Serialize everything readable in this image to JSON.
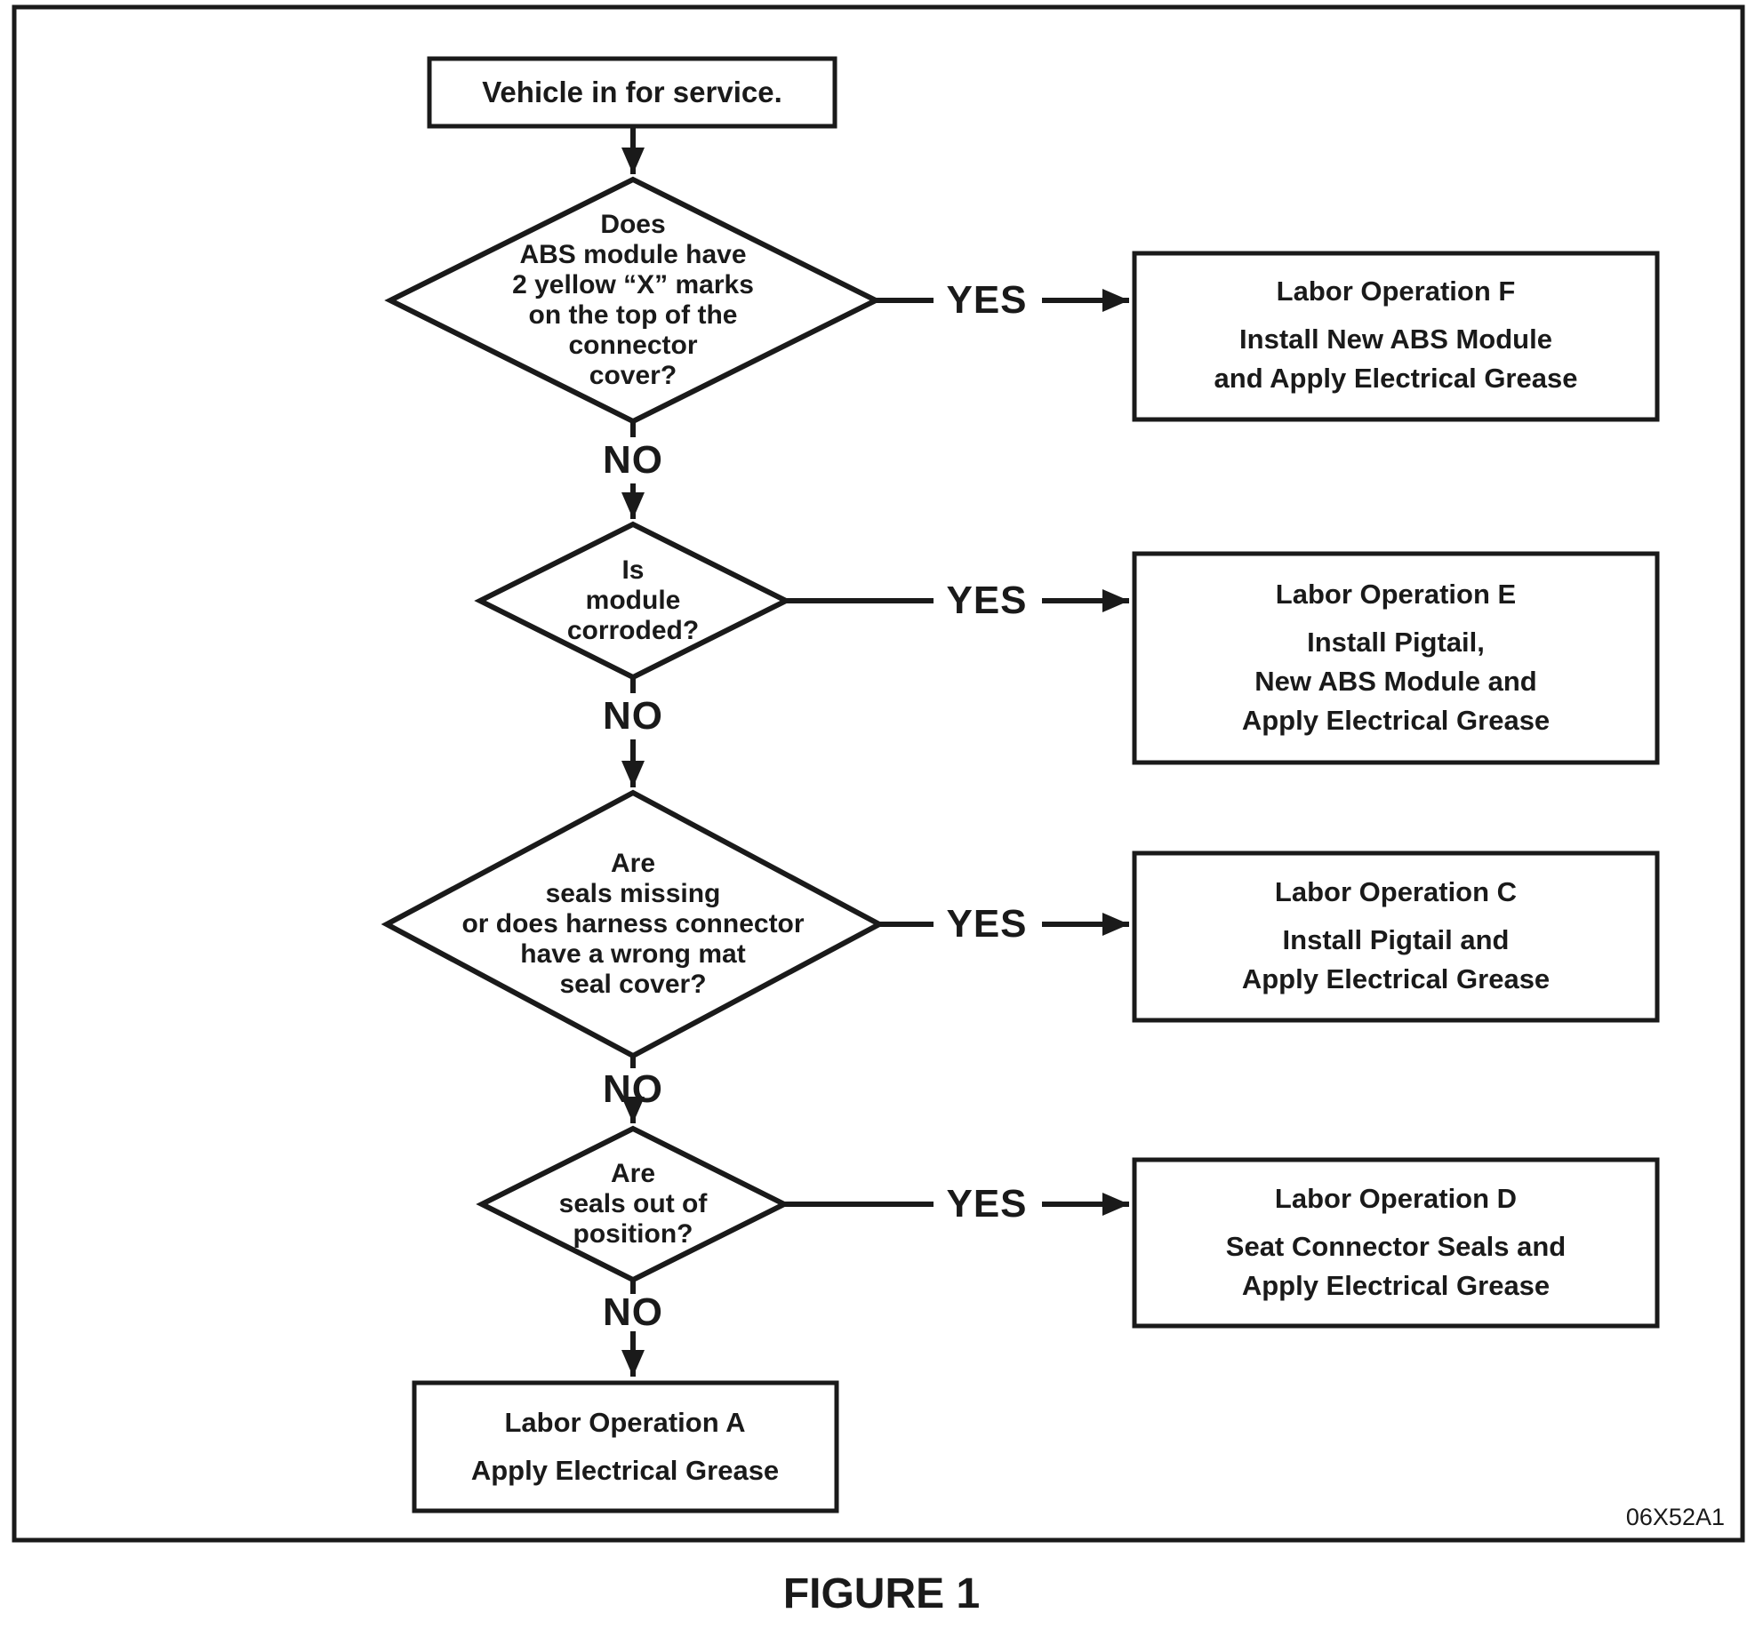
{
  "colors": {
    "ink": "#1a1a1a",
    "paper": "#ffffff"
  },
  "start": {
    "label": "Vehicle in for service."
  },
  "branch": {
    "yes": "YES",
    "no": "NO"
  },
  "decisions": [
    {
      "lines": [
        "Does",
        "ABS module have",
        "2 yellow “X” marks",
        "on the top of the",
        "connector",
        "cover?"
      ]
    },
    {
      "lines": [
        "Is",
        "module",
        "corroded?"
      ]
    },
    {
      "lines": [
        "Are",
        "seals missing",
        "or does harness connector",
        "have a wrong mat",
        "seal cover?"
      ]
    },
    {
      "lines": [
        "Are",
        "seals out of",
        "position?"
      ]
    }
  ],
  "outcomes": [
    {
      "title": "Labor Operation F",
      "lines": [
        "Install New ABS Module",
        "and Apply Electrical Grease"
      ]
    },
    {
      "title": "Labor Operation E",
      "lines": [
        "Install Pigtail,",
        "New ABS Module and",
        "Apply Electrical Grease"
      ]
    },
    {
      "title": "Labor Operation C",
      "lines": [
        "Install Pigtail and",
        "Apply Electrical Grease"
      ]
    },
    {
      "title": "Labor Operation D",
      "lines": [
        "Seat Connector Seals and",
        "Apply Electrical Grease"
      ]
    },
    {
      "title": "Labor Operation A",
      "lines": [
        "Apply Electrical Grease"
      ]
    }
  ],
  "figure": {
    "code": "06X52A1",
    "caption": "FIGURE 1"
  }
}
